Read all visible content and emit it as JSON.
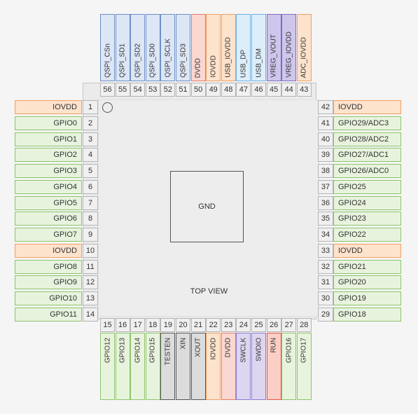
{
  "chip": {
    "center_label": "GND",
    "view_label": "TOP VIEW"
  },
  "colors": {
    "gpio": {
      "fill": "#e8f3dd",
      "border": "#8cc46b"
    },
    "power": {
      "fill": "#fde2cc",
      "border": "#f0a060"
    },
    "qspi": {
      "fill": "#dde6f5",
      "border": "#6d8fc6"
    },
    "usb": {
      "fill": "#ddeefb",
      "border": "#6ab0e8"
    },
    "vreg": {
      "fill": "#cfc6ec",
      "border": "#7e6bc2"
    },
    "dvdd": {
      "fill": "#fbd7d1",
      "border": "#e87b6b"
    },
    "test": {
      "fill": "#dcdcdc",
      "border": "#555555"
    },
    "swd": {
      "fill": "#ddd6f0",
      "border": "#8a7bd0"
    },
    "run": {
      "fill": "#fbcfc5",
      "border": "#e8553f"
    }
  },
  "pins": {
    "left": [
      {
        "num": "1",
        "name": "IOVDD",
        "type": "power"
      },
      {
        "num": "2",
        "name": "GPIO0",
        "type": "gpio"
      },
      {
        "num": "3",
        "name": "GPIO1",
        "type": "gpio"
      },
      {
        "num": "4",
        "name": "GPIO2",
        "type": "gpio"
      },
      {
        "num": "5",
        "name": "GPIO3",
        "type": "gpio"
      },
      {
        "num": "6",
        "name": "GPIO4",
        "type": "gpio"
      },
      {
        "num": "7",
        "name": "GPIO5",
        "type": "gpio"
      },
      {
        "num": "8",
        "name": "GPIO6",
        "type": "gpio"
      },
      {
        "num": "9",
        "name": "GPIO7",
        "type": "gpio"
      },
      {
        "num": "10",
        "name": "IOVDD",
        "type": "power"
      },
      {
        "num": "11",
        "name": "GPIO8",
        "type": "gpio"
      },
      {
        "num": "12",
        "name": "GPIO9",
        "type": "gpio"
      },
      {
        "num": "13",
        "name": "GPIO10",
        "type": "gpio"
      },
      {
        "num": "14",
        "name": "GPIO11",
        "type": "gpio"
      }
    ],
    "bottom": [
      {
        "num": "15",
        "name": "GPIO12",
        "type": "gpio"
      },
      {
        "num": "16",
        "name": "GPIO13",
        "type": "gpio"
      },
      {
        "num": "17",
        "name": "GPIO14",
        "type": "gpio"
      },
      {
        "num": "18",
        "name": "GPIO15",
        "type": "gpio"
      },
      {
        "num": "19",
        "name": "TESTEN",
        "type": "test"
      },
      {
        "num": "20",
        "name": "XIN",
        "type": "test"
      },
      {
        "num": "21",
        "name": "XOUT",
        "type": "test"
      },
      {
        "num": "22",
        "name": "IOVDD",
        "type": "power"
      },
      {
        "num": "23",
        "name": "DVDD",
        "type": "dvdd"
      },
      {
        "num": "24",
        "name": "SWCLK",
        "type": "swd"
      },
      {
        "num": "25",
        "name": "SWDIO",
        "type": "swd"
      },
      {
        "num": "26",
        "name": "RUN",
        "type": "run"
      },
      {
        "num": "27",
        "name": "GPIO16",
        "type": "gpio"
      },
      {
        "num": "28",
        "name": "GPIO17",
        "type": "gpio"
      }
    ],
    "right": [
      {
        "num": "42",
        "name": "IOVDD",
        "type": "power"
      },
      {
        "num": "41",
        "name": "GPIO29/ADC3",
        "type": "gpio"
      },
      {
        "num": "40",
        "name": "GPIO28/ADC2",
        "type": "gpio"
      },
      {
        "num": "39",
        "name": "GPIO27/ADC1",
        "type": "gpio"
      },
      {
        "num": "38",
        "name": "GPIO26/ADC0",
        "type": "gpio"
      },
      {
        "num": "37",
        "name": "GPIO25",
        "type": "gpio"
      },
      {
        "num": "36",
        "name": "GPIO24",
        "type": "gpio"
      },
      {
        "num": "35",
        "name": "GPIO23",
        "type": "gpio"
      },
      {
        "num": "34",
        "name": "GPIO22",
        "type": "gpio"
      },
      {
        "num": "33",
        "name": "IOVDD",
        "type": "power"
      },
      {
        "num": "32",
        "name": "GPIO21",
        "type": "gpio"
      },
      {
        "num": "31",
        "name": "GPIO20",
        "type": "gpio"
      },
      {
        "num": "30",
        "name": "GPIO19",
        "type": "gpio"
      },
      {
        "num": "29",
        "name": "GPIO18",
        "type": "gpio"
      }
    ],
    "top": [
      {
        "num": "56",
        "name": "QSPI_CSn",
        "type": "qspi"
      },
      {
        "num": "55",
        "name": "QSPI_SD1",
        "type": "qspi"
      },
      {
        "num": "54",
        "name": "QSPI_SD2",
        "type": "qspi"
      },
      {
        "num": "53",
        "name": "QSPI_SD0",
        "type": "qspi"
      },
      {
        "num": "52",
        "name": "QSPI_SCLK",
        "type": "qspi"
      },
      {
        "num": "51",
        "name": "QSPI_SD3",
        "type": "qspi"
      },
      {
        "num": "50",
        "name": "DVDD",
        "type": "dvdd"
      },
      {
        "num": "49",
        "name": "IOVDD",
        "type": "power"
      },
      {
        "num": "48",
        "name": "USB_IOVDD",
        "type": "power"
      },
      {
        "num": "47",
        "name": "USB_DP",
        "type": "usb"
      },
      {
        "num": "46",
        "name": "USB_DM",
        "type": "usb"
      },
      {
        "num": "45",
        "name": "VREG_VOUT",
        "type": "vreg"
      },
      {
        "num": "44",
        "name": "VREG_IOVDD",
        "type": "vreg"
      },
      {
        "num": "43",
        "name": "ADC_IOVDD",
        "type": "power"
      }
    ]
  }
}
